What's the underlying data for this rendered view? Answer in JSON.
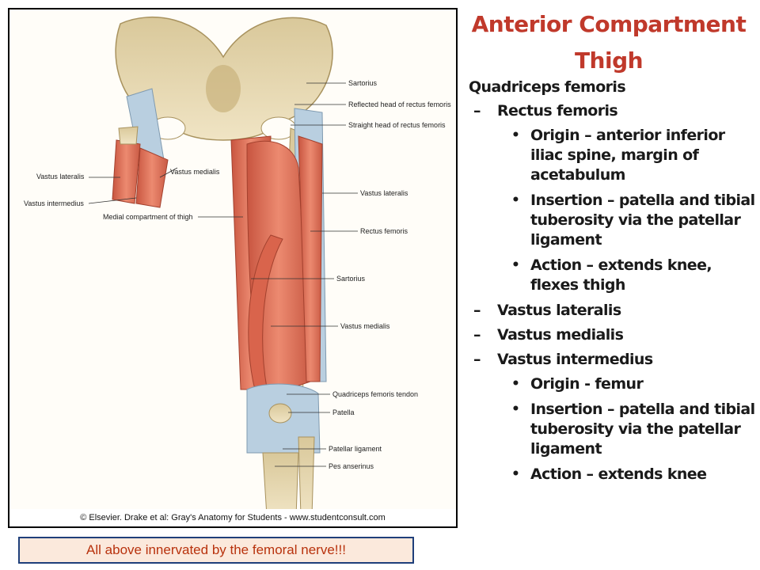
{
  "slide": {
    "title": "Anterior Compartment Thigh",
    "figure": {
      "credit": "© Elsevier. Drake et al: Gray's Anatomy for Students - www.studentconsult.com",
      "labels": {
        "sartorius_top": "Sartorius",
        "reflected_head": "Reflected head of rectus femoris",
        "straight_head": "Straight head of rectus femoris",
        "vastus_lateralis_left": "Vastus lateralis",
        "vastus_medialis_left": "Vastus medialis",
        "vastus_intermedius": "Vastus intermedius",
        "medial_compartment": "Medial compartment of thigh",
        "vastus_lateralis_right": "Vastus lateralis",
        "rectus_femoris": "Rectus femoris",
        "sartorius_mid": "Sartorius",
        "vastus_medialis_right": "Vastus medialis",
        "quadriceps_tendon": "Quadriceps femoris tendon",
        "patella": "Patella",
        "patellar_ligament": "Patellar ligament",
        "pes_anserinus": "Pes anserinus"
      }
    },
    "outline": [
      {
        "level": 0,
        "text": "Quadriceps femoris"
      },
      {
        "level": 1,
        "text": "Rectus femoris"
      },
      {
        "level": 2,
        "text": "Origin – anterior inferior iliac spine, margin of acetabulum"
      },
      {
        "level": 2,
        "text": "Insertion – patella and tibial tuberosity via the patellar ligament"
      },
      {
        "level": 2,
        "text": "Action – extends knee, flexes thigh"
      },
      {
        "level": 1,
        "text": "Vastus lateralis"
      },
      {
        "level": 1,
        "text": "Vastus medialis"
      },
      {
        "level": 1,
        "text": "Vastus intermedius"
      },
      {
        "level": 2,
        "text": "Origin - femur"
      },
      {
        "level": 2,
        "text": "Insertion – patella and tibial tuberosity via the patellar ligament"
      },
      {
        "level": 2,
        "text": "Action – extends knee"
      }
    ],
    "footer_banner": "All above innervated by the femoral nerve!!!"
  },
  "colors": {
    "title": "#c0392b",
    "banner_text": "#b8320d",
    "banner_bg": "#fbe9dc",
    "banner_border": "#1f3f7a",
    "muscle": "#e0705a",
    "bone": "#e8d9b0",
    "tendon": "#b9cfe0"
  }
}
